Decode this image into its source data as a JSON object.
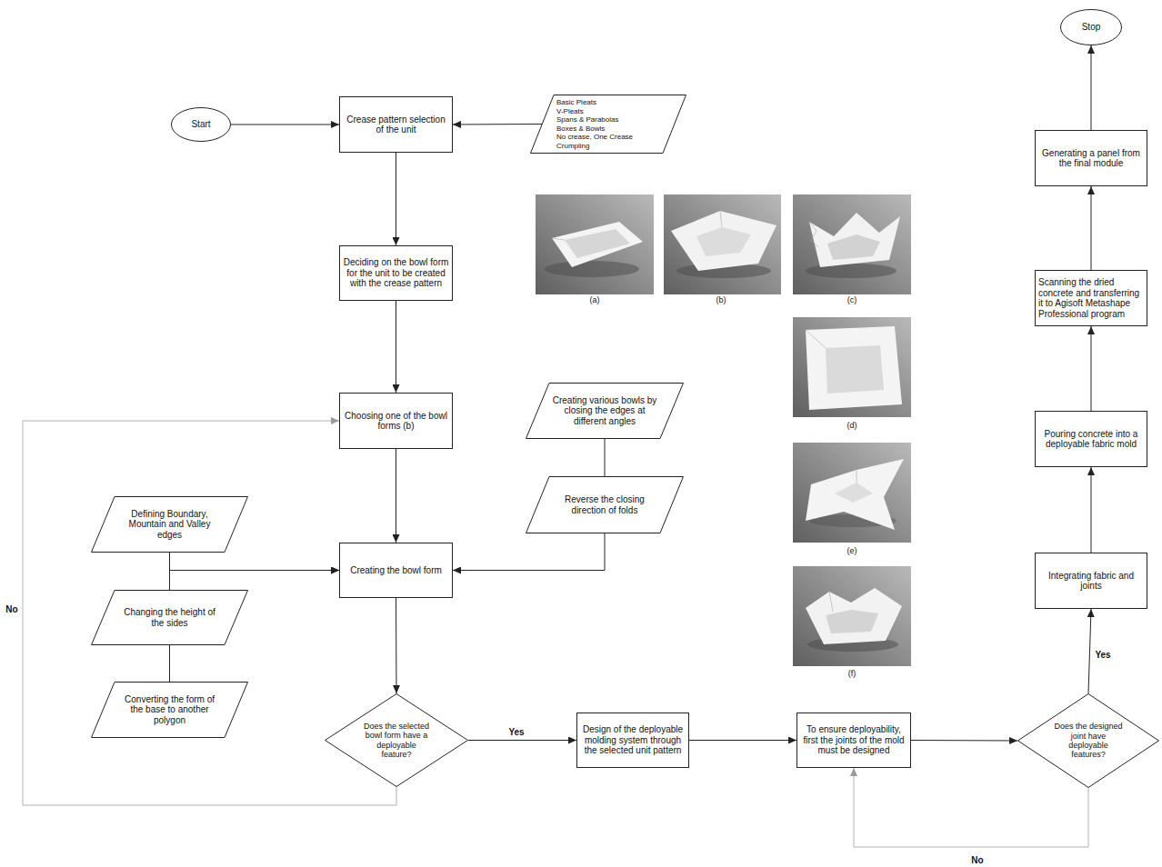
{
  "diagram": {
    "nodes": [
      {
        "text": [
          "Start"
        ]
      },
      {
        "text": [
          "Crease pattern selection of the unit"
        ]
      },
      {
        "text": [
          "Basic Pleats",
          "V-Pleats",
          "Spans & Parabolas",
          "Boxes & Bowls",
          "No crease, One Crease",
          "Crumpling"
        ]
      },
      {
        "text": [
          "Deciding on the bowl form for the unit to be created with the crease pattern"
        ]
      },
      {
        "text": [
          "Choosing one of the bowl forms (b)"
        ]
      },
      {
        "text": [
          "Creating various bowls by closing the edges at different angles"
        ]
      },
      {
        "text": [
          "Reverse the closing direction of folds"
        ]
      },
      {
        "text": [
          "Defining Boundary, Mountain and Valley edges"
        ]
      },
      {
        "text": [
          "Changing the height of the sides"
        ]
      },
      {
        "text": [
          "Converting the form of the base to another polygon"
        ]
      },
      {
        "text": [
          "Creating the bowl form"
        ]
      },
      {
        "text": [
          "Does the selected bowl form have a deployable feature?"
        ]
      },
      {
        "text": [
          "Design of the deployable molding system through the selected unit pattern"
        ]
      },
      {
        "text": [
          "To ensure deployability, first the joints of the mold must be designed"
        ]
      },
      {
        "text": [
          "Does the designed joint have deployable features?"
        ]
      },
      {
        "text": [
          "Integrating fabric and joints"
        ]
      },
      {
        "text": [
          "Pouring concrete into a deployable fabric mold"
        ]
      },
      {
        "text": [
          "Scanning the dried concrete and transferring it to Agisoft Metashape Professional program"
        ]
      },
      {
        "text": [
          "Generating a panel from the final module"
        ]
      },
      {
        "text": [
          "Stop"
        ]
      }
    ],
    "edges": [
      {
        "from": 0,
        "to": 1,
        "arrow": "to"
      },
      {
        "from": 2,
        "to": 1,
        "arrow": "to"
      },
      {
        "from": 1,
        "to": 3,
        "arrow": "to"
      },
      {
        "from": 3,
        "to": 4,
        "arrow": "to"
      },
      {
        "from": 4,
        "to": 10,
        "arrow": "to"
      },
      {
        "from": 5,
        "to": 6,
        "arrow": "none"
      },
      {
        "from": 6,
        "to": 10,
        "arrow": "to"
      },
      {
        "from": 7,
        "to": 8,
        "arrow": "none"
      },
      {
        "from": 8,
        "to": 9,
        "arrow": "none"
      },
      {
        "from": 7,
        "to": 10,
        "arrow": "to"
      },
      {
        "from": 8,
        "to": 10,
        "arrow": "to"
      },
      {
        "from": 10,
        "to": 11,
        "arrow": "to"
      },
      {
        "from": 11,
        "to": 12,
        "label": "Yes",
        "arrow": "to"
      },
      {
        "from": 11,
        "to": 4,
        "label": "No",
        "arrow": "to"
      },
      {
        "from": 12,
        "to": 13,
        "arrow": "to"
      },
      {
        "from": 13,
        "to": 14,
        "arrow": "to"
      },
      {
        "from": 14,
        "to": 13,
        "label": "No",
        "arrow": "to"
      },
      {
        "from": 14,
        "to": 15,
        "label": "Yes",
        "arrow": "to"
      },
      {
        "from": 15,
        "to": 16,
        "arrow": "to"
      },
      {
        "from": 16,
        "to": 17,
        "arrow": "to"
      },
      {
        "from": 17,
        "to": 18,
        "arrow": "to"
      },
      {
        "from": 18,
        "to": 19,
        "arrow": "to"
      }
    ],
    "labels": [
      "(a)",
      "(b)",
      "(c)",
      "(d)",
      "(e)",
      "(f)"
    ]
  }
}
